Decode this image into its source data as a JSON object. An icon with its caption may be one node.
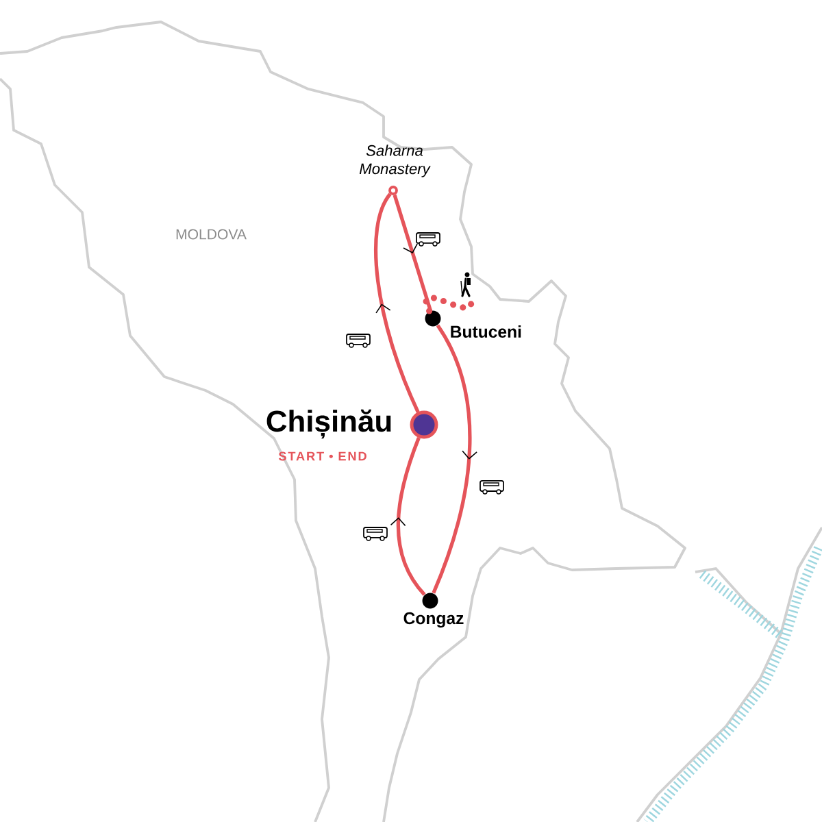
{
  "diagram": {
    "nodes": [
      {
        "text": [
          "Saharna Monastery"
        ]
      },
      {
        "text": [
          "Butuceni"
        ]
      },
      {
        "text": [
          "Chișinău"
        ],
        "beside": [
          "START • END"
        ]
      },
      {
        "text": [
          "Congaz"
        ]
      },
      {
        "text": [],
        "shape": "picture"
      }
    ],
    "edges": [
      {
        "from": 2,
        "to": 0,
        "arrow": "to"
      },
      {
        "from": 0,
        "to": 1,
        "arrow": "to"
      },
      {
        "from": 1,
        "to": 3,
        "arrow": "to"
      },
      {
        "from": 3,
        "to": 2,
        "arrow": "to"
      },
      {
        "from": 1,
        "to": 4,
        "arrow": "none",
        "style": "dashed"
      }
    ],
    "labels": [
      "MOLDOVA"
    ]
  }
}
